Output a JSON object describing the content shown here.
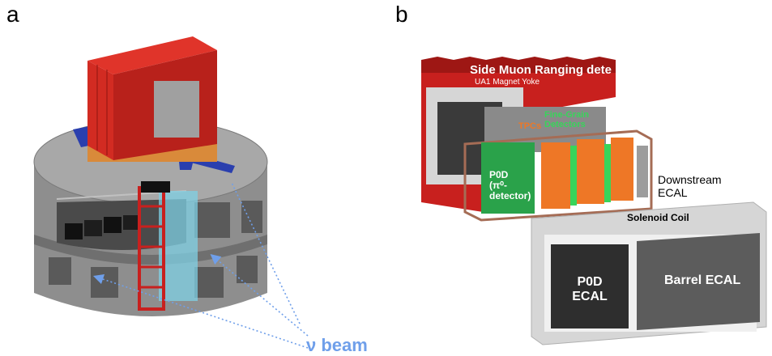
{
  "panel_a": {
    "letter": "a",
    "beam_label": "ν beam"
  },
  "panel_b": {
    "letter": "b",
    "smrd_label": "Side Muon Ranging dete",
    "yoke_label": "UA1 Magnet Yoke",
    "tpcs_label": "TPCs",
    "fgd_label_line1": "Fine-Grain",
    "fgd_label_line2": "Detectors",
    "p0d_line1": "P0D",
    "p0d_line2": "(π⁰-",
    "p0d_line3": "detector)",
    "ds_ecal_line1": "Downstream",
    "ds_ecal_line2": "ECAL",
    "solenoid_label": "Solenoid Coil",
    "p0d_ecal_line1": "P0D",
    "p0d_ecal_line2": "ECAL",
    "barrel_ecal_label": "Barrel ECAL"
  },
  "colors": {
    "magnet_red": "#c8201e",
    "dark_red": "#9e1714",
    "concrete": "#8e8e8e",
    "concrete_dark": "#6f6f6f",
    "concrete_light": "#b4b4b4",
    "p0d_green": "#2aa24a",
    "tpc_orange": "#ee7726",
    "fgd_green": "#38d45a",
    "solenoid_gray": "#d6d6d6",
    "ecal_dark": "#2e2e2e",
    "barrel_gray": "#5c5c5c",
    "beam_blue": "#6f9fea",
    "support_blue": "#2a3fae",
    "water_cyan": "#7fd0e4",
    "frame_brown": "#a56c55"
  }
}
